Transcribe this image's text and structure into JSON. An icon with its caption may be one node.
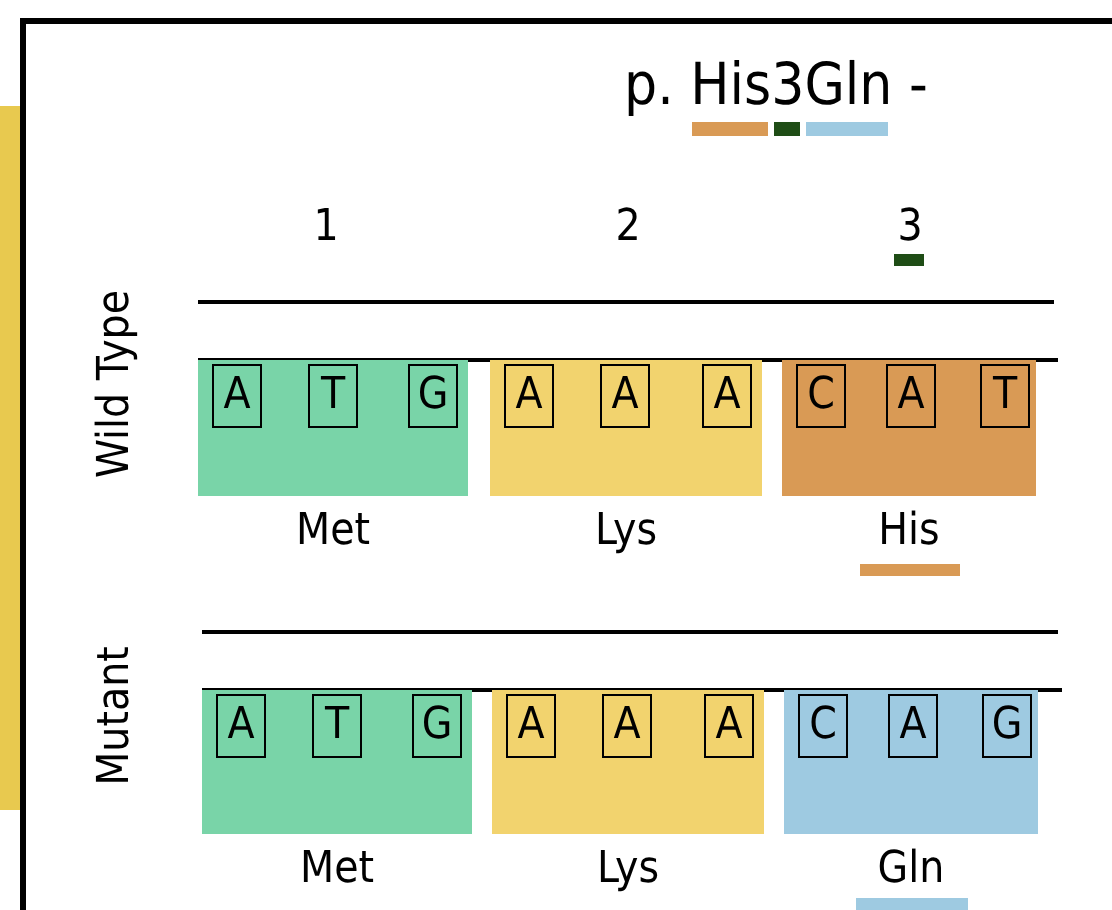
{
  "diagram": {
    "title": "p. His3Gln -",
    "nodes": [
      {
        "text": [],
        "shape": "box",
        "beside": [
          "Met"
        ]
      },
      {
        "text": [
          "A"
        ],
        "in": 0
      },
      {
        "text": [
          "T"
        ],
        "in": 0
      },
      {
        "text": [
          "G"
        ],
        "in": 0
      },
      {
        "text": [],
        "shape": "box",
        "beside": [
          "Lys"
        ]
      },
      {
        "text": [
          "A"
        ],
        "in": 4
      },
      {
        "text": [
          "A"
        ],
        "in": 4
      },
      {
        "text": [
          "A"
        ],
        "in": 4
      },
      {
        "text": [],
        "shape": "box",
        "beside": [
          "His"
        ]
      },
      {
        "text": [
          "C"
        ],
        "in": 8
      },
      {
        "text": [
          "A"
        ],
        "in": 8
      },
      {
        "text": [
          "T"
        ],
        "in": 8
      },
      {
        "text": [],
        "shape": "box",
        "beside": [
          "Met"
        ]
      },
      {
        "text": [
          "A"
        ],
        "in": 12
      },
      {
        "text": [
          "T"
        ],
        "in": 12
      },
      {
        "text": [
          "G"
        ],
        "in": 12
      },
      {
        "text": [],
        "shape": "box",
        "beside": [
          "Lys"
        ]
      },
      {
        "text": [
          "A"
        ],
        "in": 16
      },
      {
        "text": [
          "A"
        ],
        "in": 16
      },
      {
        "text": [
          "A"
        ],
        "in": 16
      },
      {
        "text": [],
        "shape": "box",
        "beside": [
          "Gln"
        ]
      },
      {
        "text": [
          "C"
        ],
        "in": 20
      },
      {
        "text": [
          "A"
        ],
        "in": 20
      },
      {
        "text": [
          "G"
        ],
        "in": 20
      }
    ],
    "labels": [
      "1",
      "2",
      "3",
      "Wild Type",
      "Mutant"
    ]
  }
}
